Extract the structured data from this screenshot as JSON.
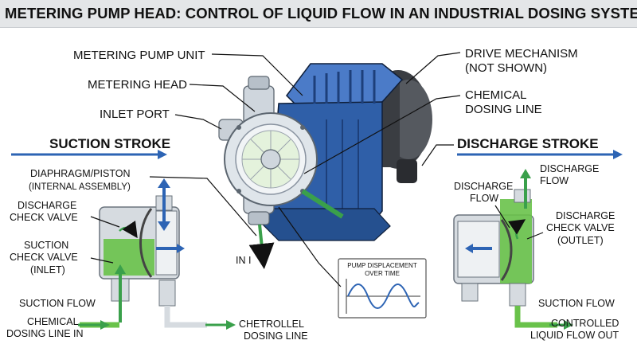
{
  "title": "METERING PUMP HEAD: CONTROL OF LIQUID FLOW IN AN INDUSTRIAL DOSING SYSTEM",
  "labels": {
    "metering_pump_unit": "METERING PUMP UNIT",
    "metering_head": "METERING HEAD",
    "inlet_port": "INLET PORT",
    "drive_mechanism": "DRIVE MECHANISM",
    "not_shown": "(NOT SHOWN)",
    "chemical_line1": "CHEMICAL",
    "chemical_line2": "DOSING LINE",
    "suction_stroke": "SUCTION STROKE",
    "discharge_stroke": "DISCHARGE STROKE",
    "diaphragm_line1": "DIAPHRAGM/PISTON",
    "diaphragm_line2": "(INTERNAL ASSEMBLY)",
    "dcv_left_line1": "DISCHARGE",
    "dcv_left_line2": "CHECK VALVE",
    "scv_line1": "SUCTION",
    "scv_line2": "CHECK VALVE",
    "scv_line3": "(INLET)",
    "suction_flow_left": "SUCTION FLOW",
    "chem_in_line1": "CHEMICAL",
    "chem_in_line2": "DOSING LINE IN",
    "chetrollel_line1": "CHETROLLEL",
    "chetrollel_line2": "DOSING LINE",
    "in_tag": "IN I",
    "graph_line1": "PUMP DISPLACEMENT",
    "graph_line2": "OVER TIME",
    "discharge_flow_top_line1": "DISCHARGE",
    "discharge_flow_top_line2": "FLOW",
    "discharge_flow_mid_line1": "DISCHARGE",
    "discharge_flow_mid_line2": "FLOW",
    "dcv_right_line1": "DISCHARGE",
    "dcv_right_line2": "CHECK VALVE",
    "dcv_right_line3": "(OUTLET)",
    "suction_flow_right": "SUCTION  FLOW",
    "controlled_line1": "CONTROLLED",
    "controlled_line2": "LIQUID FLOW OUT"
  },
  "colors": {
    "pump_blue": "#2f5fa8",
    "fluid_green": "#69c24a",
    "arrow_blue": "#2d64b4",
    "arrow_green": "#3aa04b",
    "chamber_gray": "#d6dbe0"
  }
}
